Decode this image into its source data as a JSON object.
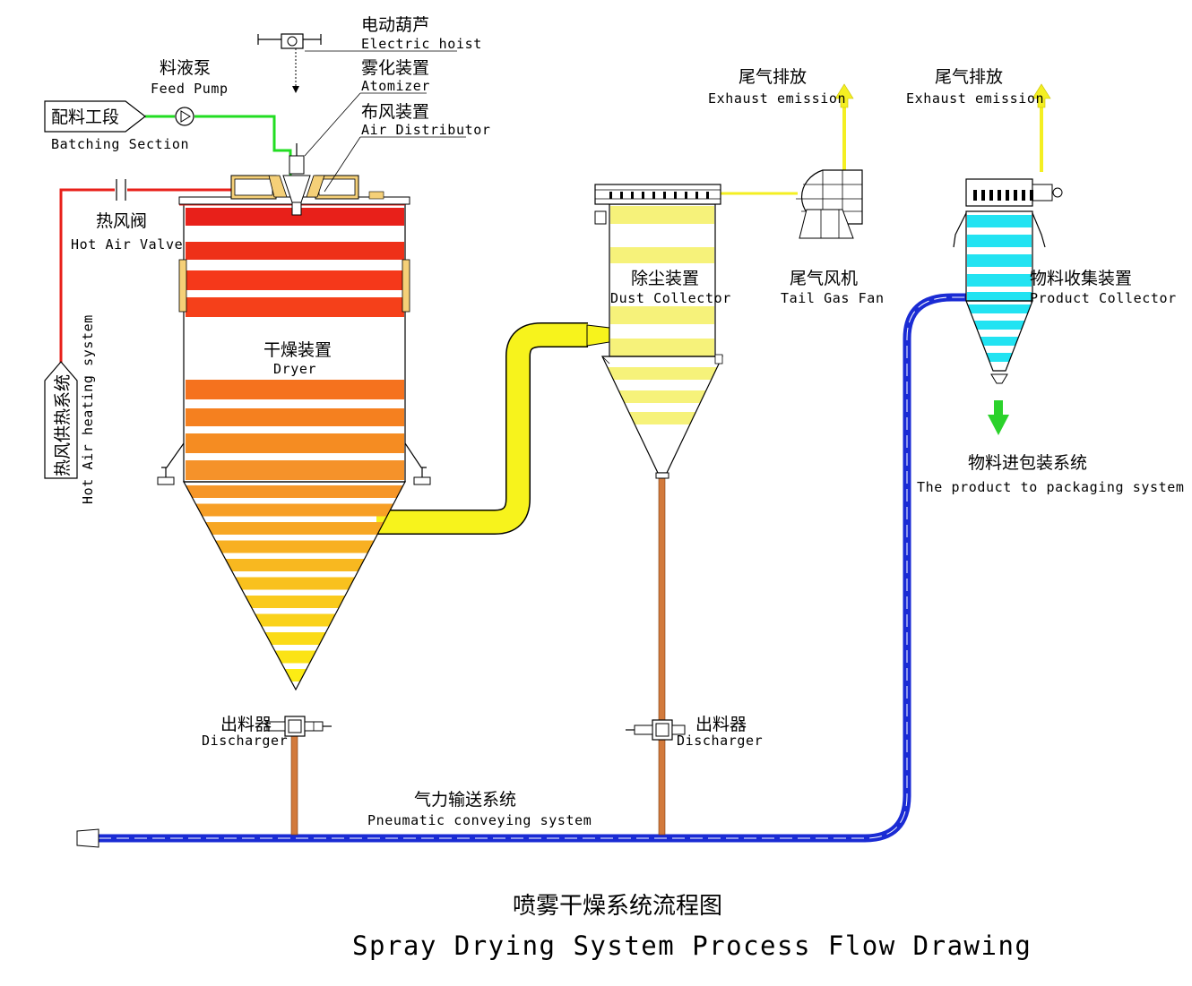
{
  "colors": {
    "hot_air": "#e8201a",
    "feed": "#22dd22",
    "duct": "#f7f31c",
    "exhaust": "#f4ef22",
    "pneumatic": "#1a2bd4",
    "discharge_pipe": "#d27a3c",
    "collector_stripe": "#22e3f2",
    "dust_stripe": "#f6f27a",
    "arrow_green": "#2bd22b"
  },
  "labels": {
    "hoist_zh": "电动葫芦",
    "hoist_en": "Electric hoist",
    "atomizer_zh": "雾化装置",
    "atomizer_en": "Atomizer",
    "distributor_zh": "布风装置",
    "distributor_en": "Air Distributor",
    "pump_zh": "料液泵",
    "pump_en": "Feed Pump",
    "batching_zh": "配料工段",
    "batching_en": "Batching Section",
    "valve_zh": "热风阀",
    "valve_en": "Hot Air Valve",
    "heating_zh": "热风供热系统",
    "heating_en": "Hot Air heating system",
    "dryer_zh": "干燥装置",
    "dryer_en": "Dryer",
    "dust_zh": "除尘装置",
    "dust_en": "Dust Collector",
    "exhaust1_zh": "尾气排放",
    "exhaust1_en": "Exhaust emission",
    "exhaust2_zh": "尾气排放",
    "exhaust2_en": "Exhaust emission",
    "fan_zh": "尾气风机",
    "fan_en": "Tail Gas Fan",
    "product_zh": "物料收集装置",
    "product_en": "Product Collector",
    "packaging_zh": "物料进包装系统",
    "packaging_en": "The product to packaging system",
    "discharger1_zh": "出料器",
    "discharger1_en": "Discharger",
    "discharger2_zh": "出料器",
    "discharger2_en": "Discharger",
    "pneumatic_zh": "气力输送系统",
    "pneumatic_en": "Pneumatic conveying system"
  },
  "title": {
    "zh": "喷雾干燥系统流程图",
    "en": "Spray Drying System Process Flow Drawing"
  }
}
